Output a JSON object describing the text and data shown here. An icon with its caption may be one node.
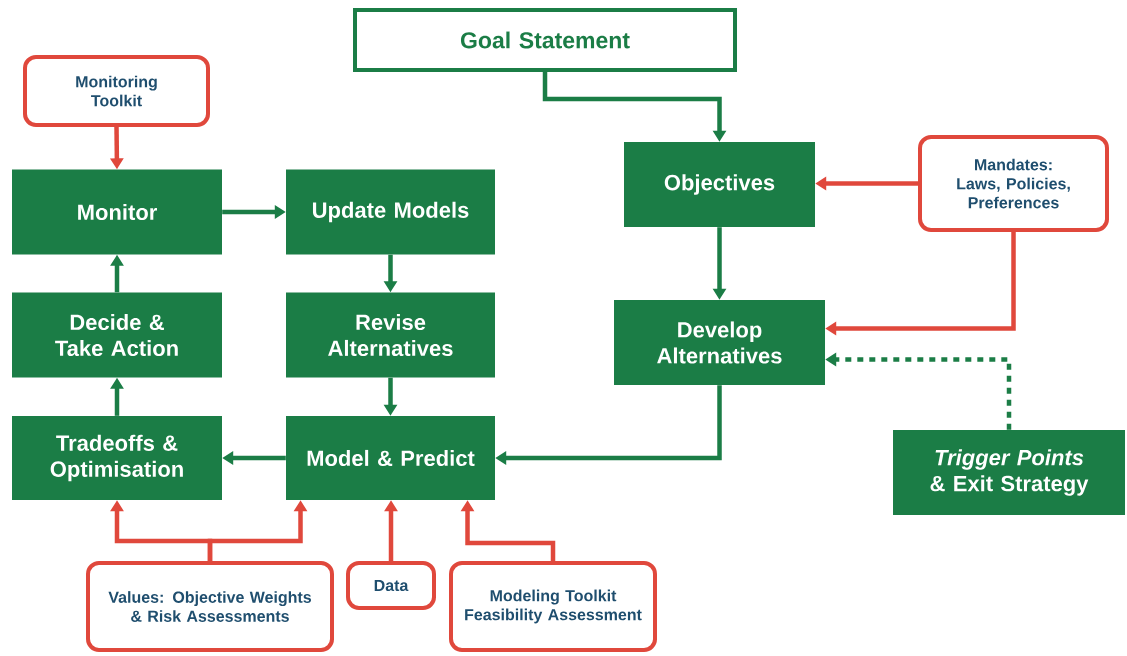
{
  "diagram": {
    "nodes": [
      {
        "text": [
          "Goal Statement"
        ]
      },
      {
        "text": [
          "Monitoring Toolkit"
        ]
      },
      {
        "text": [
          "Monitor"
        ]
      },
      {
        "text": [
          "Update Models"
        ]
      },
      {
        "text": [
          "Objectives"
        ]
      },
      {
        "text": [
          "Mandates: Laws, Policies, Preferences"
        ]
      },
      {
        "text": [
          "Decide & Take Action"
        ]
      },
      {
        "text": [
          "Revise Alternatives"
        ]
      },
      {
        "text": [
          "Develop Alternatives"
        ]
      },
      {
        "text": [
          "Tradeoffs & Optimisation"
        ]
      },
      {
        "text": [
          "Model & Predict"
        ]
      },
      {
        "text": [
          "*Trigger Points* & Exit Strategy"
        ]
      },
      {
        "text": [
          "Values: Objective Weights & Risk Assessments"
        ]
      },
      {
        "text": [
          "Data"
        ]
      },
      {
        "text": [
          "Modeling Toolkit Feasibility Assessment"
        ]
      }
    ],
    "edges": [
      {
        "from": 0,
        "to": 4,
        "arrow": "to"
      },
      {
        "from": 1,
        "to": 2,
        "arrow": "to",
        "color": "#e0483c"
      },
      {
        "from": 2,
        "to": 3,
        "arrow": "to"
      },
      {
        "from": 3,
        "to": 7,
        "arrow": "to"
      },
      {
        "from": 7,
        "to": 10,
        "arrow": "to"
      },
      {
        "from": 10,
        "to": 9,
        "arrow": "to"
      },
      {
        "from": 9,
        "to": 6,
        "arrow": "to"
      },
      {
        "from": 6,
        "to": 2,
        "arrow": "to"
      },
      {
        "from": 4,
        "to": 8,
        "arrow": "to"
      },
      {
        "from": 5,
        "to": 4,
        "arrow": "to",
        "color": "#e0483c"
      },
      {
        "from": 5,
        "to": 8,
        "arrow": "to",
        "color": "#e0483c"
      },
      {
        "from": 11,
        "to": 8,
        "arrow": "to",
        "style": "dashed"
      },
      {
        "from": 8,
        "to": 10,
        "arrow": "to"
      },
      {
        "from": 12,
        "to": 9,
        "arrow": "to",
        "color": "#e0483c"
      },
      {
        "from": 12,
        "to": 10,
        "arrow": "to",
        "color": "#e0483c"
      },
      {
        "from": 13,
        "to": 10,
        "arrow": "to",
        "color": "#e0483c"
      },
      {
        "from": 14,
        "to": 10,
        "arrow": "to",
        "color": "#e0483c"
      }
    ]
  }
}
